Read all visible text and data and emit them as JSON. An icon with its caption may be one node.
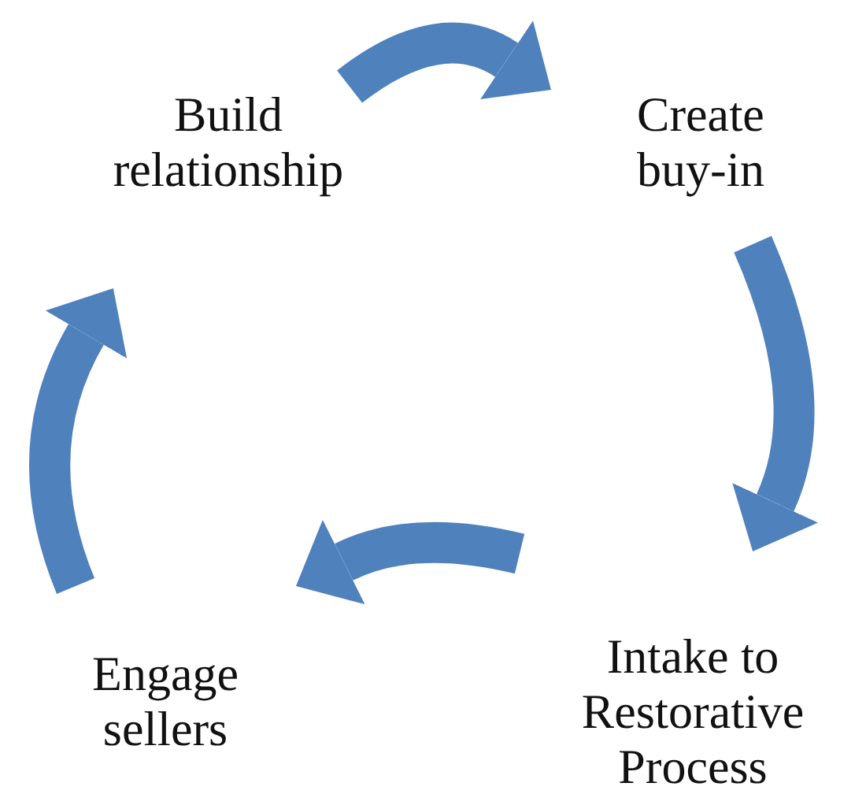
{
  "diagram": {
    "nodes": [
      {
        "text": [
          "Build relationship"
        ]
      },
      {
        "text": [
          "Create buy-in"
        ]
      },
      {
        "text": [
          "Intake to Restorative Process"
        ]
      },
      {
        "text": [
          "Engage sellers"
        ]
      }
    ],
    "edges": [
      {
        "from": 0,
        "to": 1,
        "arrow": "to"
      },
      {
        "from": 1,
        "to": 2,
        "arrow": "to"
      },
      {
        "from": 2,
        "to": 3,
        "arrow": "to"
      },
      {
        "from": 3,
        "to": 0,
        "arrow": "to"
      }
    ]
  }
}
